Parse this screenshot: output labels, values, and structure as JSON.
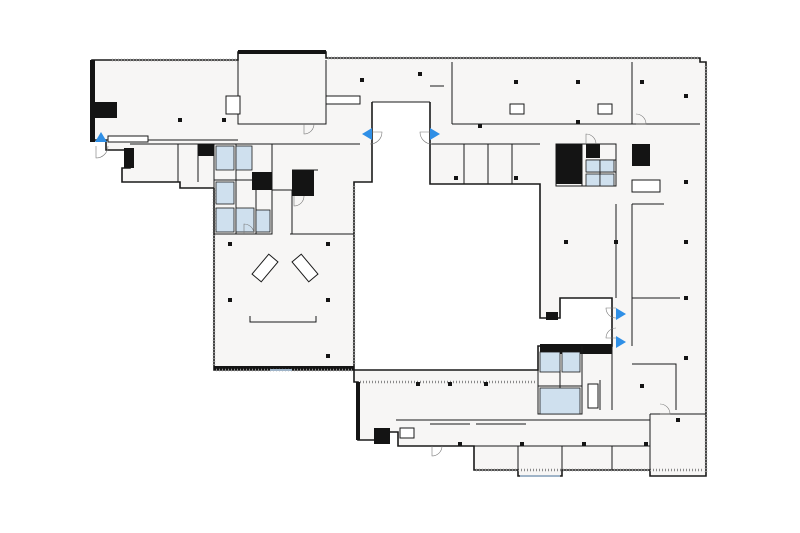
{
  "plan": {
    "colors": {
      "background": "#ffffff",
      "floor": "#f7f6f5",
      "wall": "#1a1a1a",
      "wet_room": "#cfe0ee",
      "entrance_marker": "#2f8fe6"
    },
    "entrance_markers": [
      {
        "id": "west",
        "direction": "up"
      },
      {
        "id": "north-left",
        "direction": "left"
      },
      {
        "id": "north-right",
        "direction": "right"
      },
      {
        "id": "east-upper",
        "direction": "right"
      },
      {
        "id": "east-lower",
        "direction": "right"
      }
    ]
  }
}
